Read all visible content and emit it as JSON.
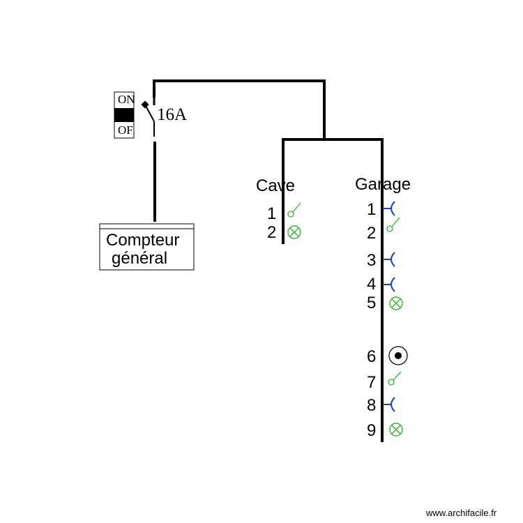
{
  "breaker": {
    "on_label": "ON",
    "off_label": "OF",
    "rating": "16A"
  },
  "meter": {
    "line1": "Compteur",
    "line2": "général"
  },
  "circuits": [
    {
      "name": "Cave",
      "items": [
        {
          "number": "1",
          "symbol": "switch"
        },
        {
          "number": "2",
          "symbol": "lamp"
        }
      ]
    },
    {
      "name": "Garage",
      "items": [
        {
          "number": "1",
          "symbol": "socket"
        },
        {
          "number": "2",
          "symbol": "switch"
        },
        {
          "number": "3",
          "symbol": "socket"
        },
        {
          "number": "4",
          "symbol": "socket"
        },
        {
          "number": "5",
          "symbol": "lamp"
        },
        {
          "number": "6",
          "symbol": "spot"
        },
        {
          "number": "7",
          "symbol": "switch"
        },
        {
          "number": "8",
          "symbol": "socket"
        },
        {
          "number": "9",
          "symbol": "lamp"
        }
      ]
    }
  ],
  "watermark": "www.archifacile.fr",
  "colors": {
    "wire": "#000000",
    "lamp": "#2db82d",
    "switch": "#2db82d",
    "socket": "#1a3fd6",
    "spot": "#000000"
  }
}
